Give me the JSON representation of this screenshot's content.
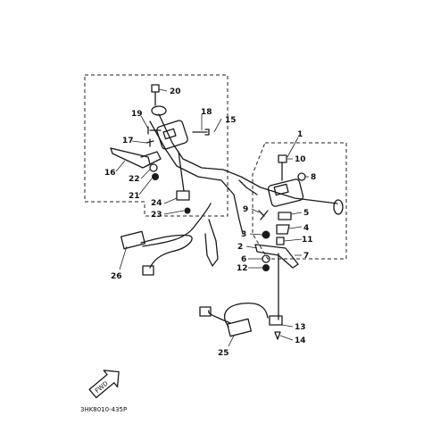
{
  "diagram": {
    "part_labels": [
      "1",
      "2",
      "3",
      "4",
      "5",
      "6",
      "7",
      "8",
      "9",
      "10",
      "11",
      "12",
      "13",
      "14",
      "15",
      "16",
      "17",
      "18",
      "19",
      "20",
      "21",
      "22",
      "23",
      "24",
      "25",
      "26"
    ],
    "fwd_badge": "FWD",
    "drawing_code": "3HK8010-435P"
  },
  "colors": {
    "ink": "#1a1a1a",
    "paper": "#ffffff"
  }
}
